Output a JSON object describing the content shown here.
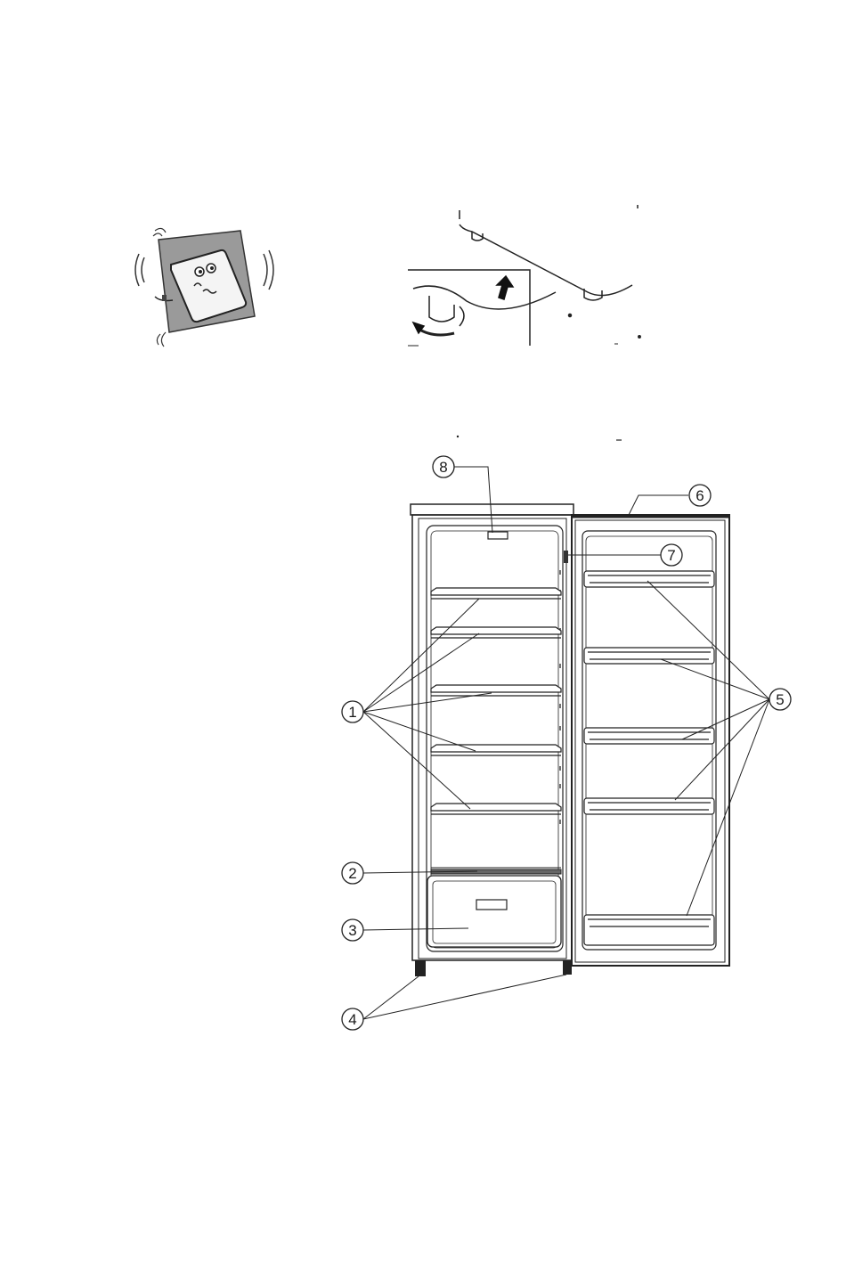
{
  "callouts": {
    "c1": "1",
    "c2": "2",
    "c3": "3",
    "c4": "4",
    "c5": "5",
    "c6": "6",
    "c7": "7",
    "c8": "8"
  },
  "colors": {
    "ink": "#1a1a1a",
    "panel": "#9a9a9a"
  },
  "icons": {
    "vibrating_fridge": "vibrating-fridge-icon",
    "foot_adjust": "foot-adjust-icon"
  }
}
